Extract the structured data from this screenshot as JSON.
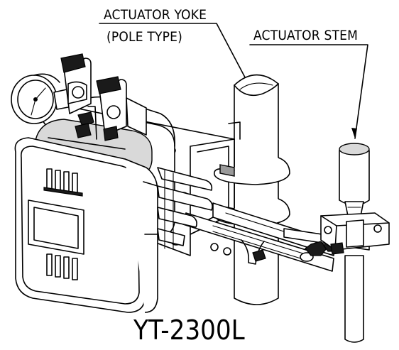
{
  "labels": {
    "yoke_line1": "ACTUATOR YOKE",
    "yoke_line2": "(POLE TYPE)",
    "stem": "ACTUATOR STEM",
    "model": "YT-2300L"
  }
}
